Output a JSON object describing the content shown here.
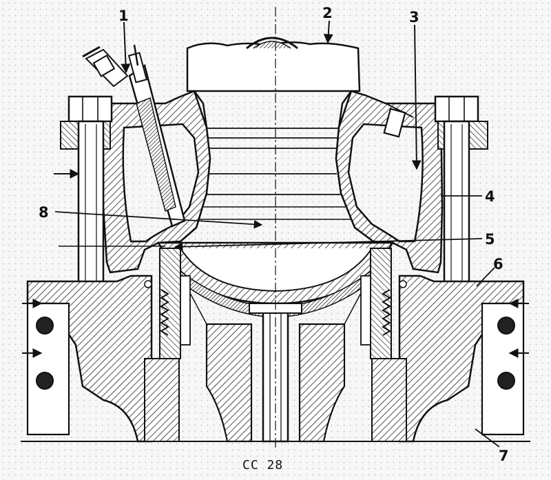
{
  "figure": {
    "caption": "CC 28",
    "labels": [
      "1",
      "2",
      "3",
      "4",
      "5",
      "6",
      "7",
      "8"
    ]
  },
  "colors": {
    "ink": "#111111",
    "paper": "#f7f7f7",
    "hatch": "#333333"
  }
}
